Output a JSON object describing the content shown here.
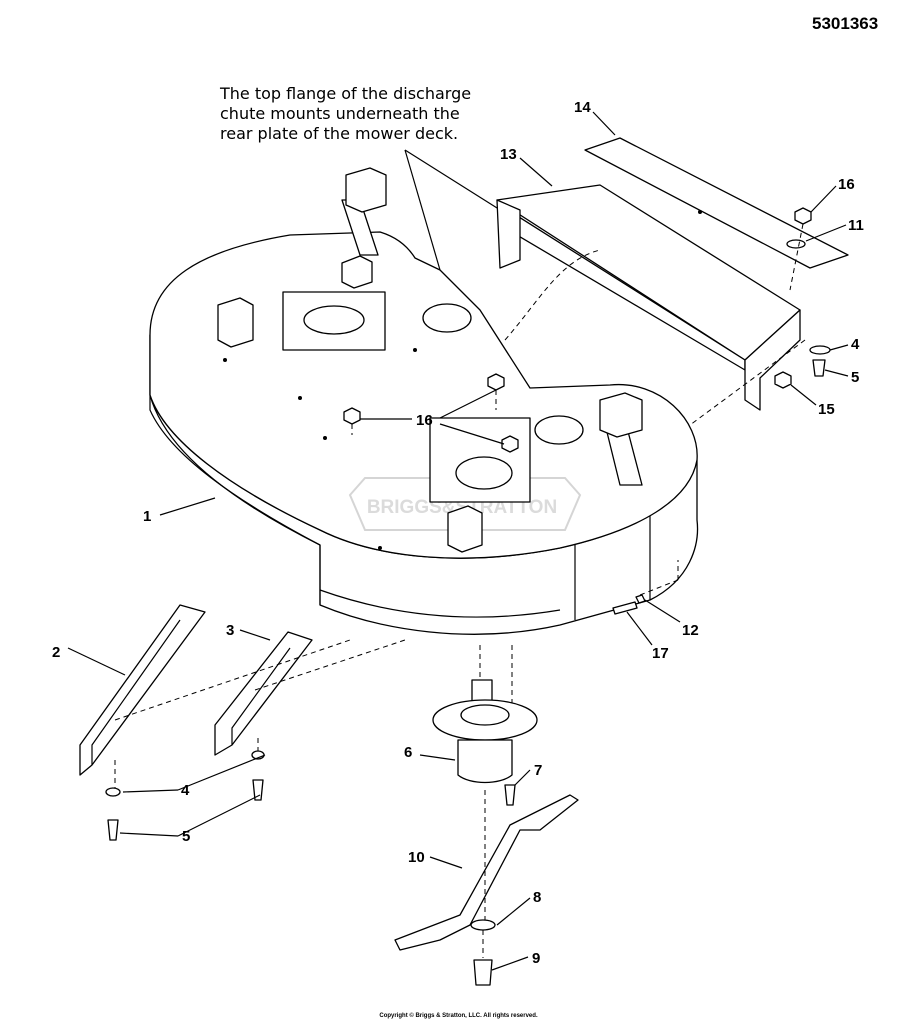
{
  "header": {
    "part_number": "5301363"
  },
  "note": {
    "lines": [
      "The top flange of the discharge",
      "chute mounts underneath the",
      "rear plate of the mower deck."
    ]
  },
  "watermark": {
    "text": "BRIGGS&STRATTON"
  },
  "callouts": {
    "c1": "1",
    "c2": "2",
    "c3": "3",
    "c4a": "4",
    "c4b": "4",
    "c5a": "5",
    "c5b": "5",
    "c6": "6",
    "c7": "7",
    "c8": "8",
    "c9": "9",
    "c10": "10",
    "c11": "11",
    "c12": "12",
    "c13": "13",
    "c14": "14",
    "c15": "15",
    "c16a": "16",
    "c16b": "16",
    "c17": "17"
  },
  "footer": {
    "copyright": "Copyright © Briggs & Stratton, LLC. All rights reserved."
  }
}
